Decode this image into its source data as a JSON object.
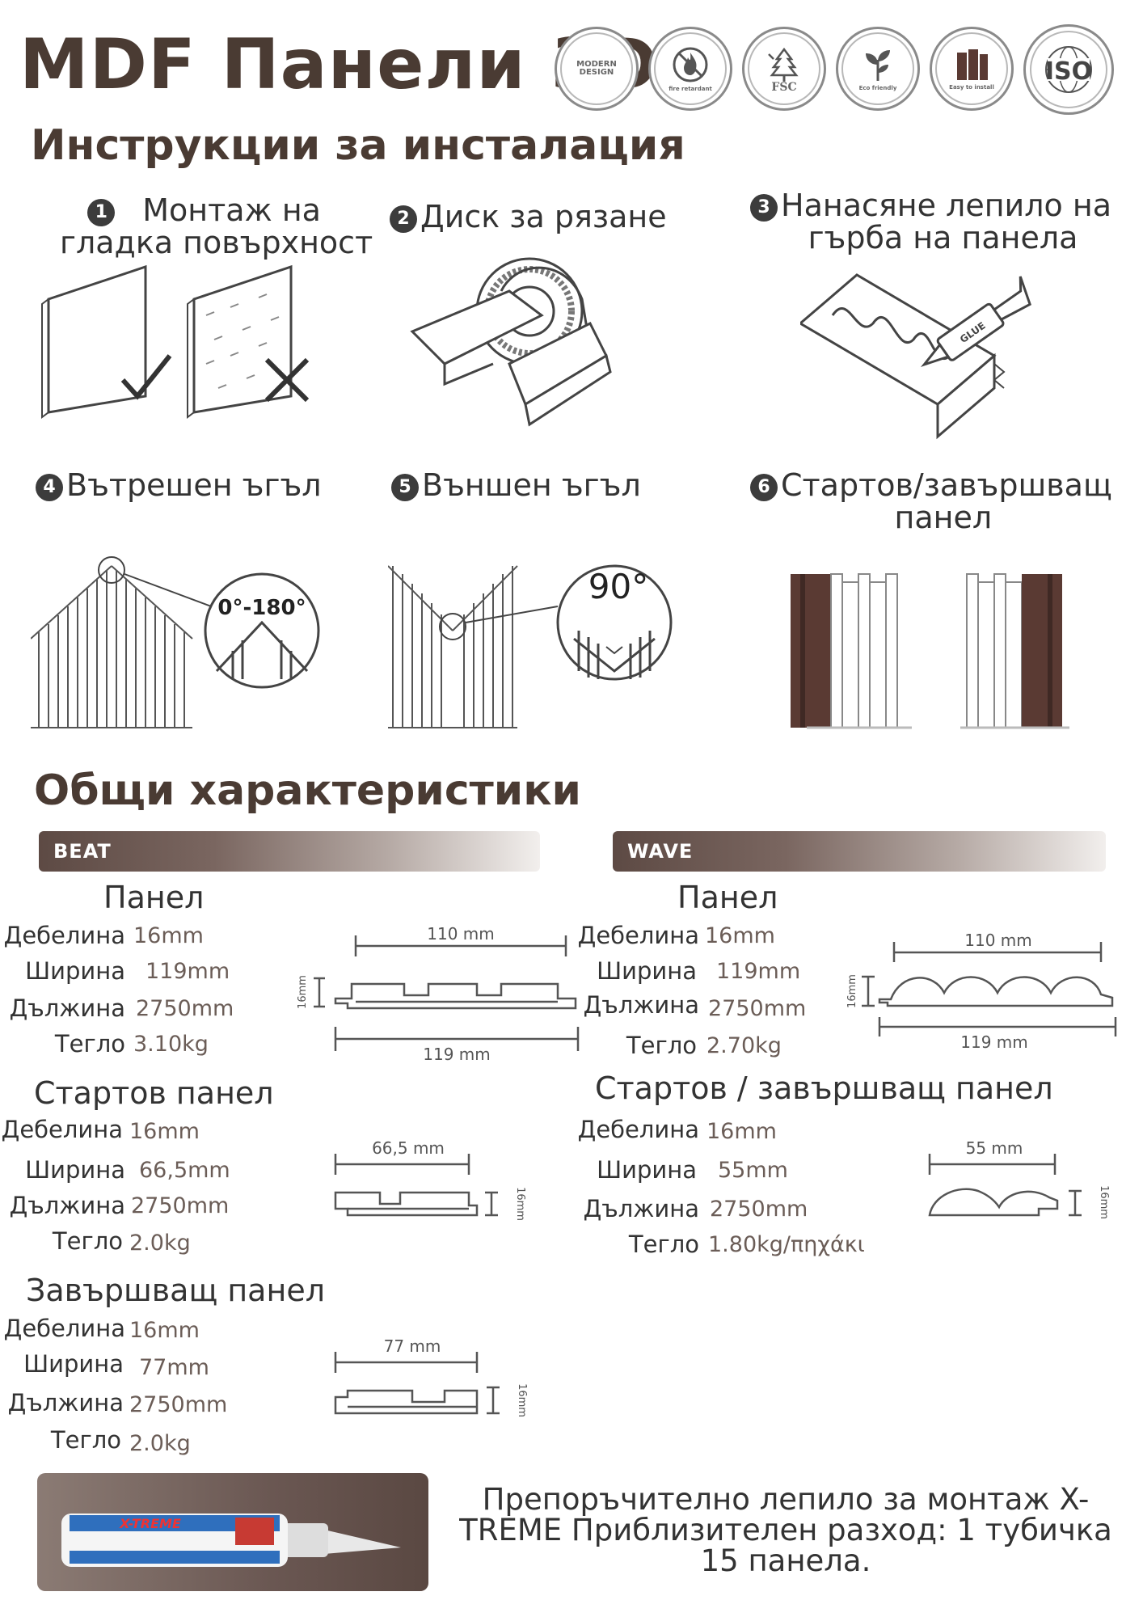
{
  "title": "MDF Панели 3D",
  "badges": [
    {
      "icon": "modern-design-icon",
      "text": "MODERN DESIGN"
    },
    {
      "icon": "fire-resistant-icon",
      "text": "fire retardant"
    },
    {
      "icon": "fsc-tree-icon",
      "text": "FSC"
    },
    {
      "icon": "eco-leaf-icon",
      "text": "Eco friendly"
    },
    {
      "icon": "panels-icon",
      "text": "Easy to install"
    },
    {
      "icon": "iso-globe-icon",
      "text": "ISO"
    }
  ],
  "install_heading": "Инструкции за инсталация",
  "steps": [
    {
      "num": "1",
      "text1": "Монтаж на",
      "text2": "гладка повърхност"
    },
    {
      "num": "2",
      "text1": "Диск за рязане",
      "text2": ""
    },
    {
      "num": "3",
      "text1": "Нанасяне лепило на",
      "text2": "гърба на панела"
    },
    {
      "num": "4",
      "text1": "Вътрешен ъгъл",
      "text2": ""
    },
    {
      "num": "5",
      "text1": "Външен ъгъл",
      "text2": ""
    },
    {
      "num": "6",
      "text1": "Стартов/завършващ",
      "text2": "панел"
    }
  ],
  "glue_label": "GLUE",
  "angle_inner": "0°-180°",
  "angle_outer": "90°",
  "specs_heading": "Общи характеристики",
  "labels": {
    "thickness": "Дебелина",
    "width": "Ширина",
    "length": "Дължина",
    "weight": "Тегло"
  },
  "beat": {
    "bar": "BEAT",
    "panel": {
      "title": "Панел",
      "thickness": "16mm",
      "width": "119mm",
      "length": "2750mm",
      "weight": "3.10kg",
      "dim_top": "110 mm",
      "dim_bottom": "119 mm",
      "dim_side": "16mm"
    },
    "starter": {
      "title": "Стартов панел",
      "thickness": "16mm",
      "width": "66,5mm",
      "length": "2750mm",
      "weight": "2.0kg",
      "dim_top": "66,5 mm",
      "dim_side": "16mm"
    },
    "finish": {
      "title": "Завършващ панел",
      "thickness": "16mm",
      "width": "77mm",
      "length": "2750mm",
      "weight": "2.0kg",
      "dim_top": "77 mm",
      "dim_side": "16mm"
    }
  },
  "wave": {
    "bar": "WAVE",
    "panel": {
      "title": "Панел",
      "thickness": "16mm",
      "width": "119mm",
      "length": "2750mm",
      "weight": "2.70kg",
      "dim_top": "110 mm",
      "dim_bottom": "119 mm",
      "dim_side": "16mm"
    },
    "starter": {
      "title": "Стартов / завършващ панел",
      "thickness": "16mm",
      "width": "55mm",
      "length": "2750mm",
      "weight": "1.80kg/πηχάκι",
      "dim_top": "55 mm",
      "dim_side": "16mm"
    }
  },
  "footer": {
    "tube_brand": "X-TREME",
    "text": "Препоръчително лепило за монтаж X-TREME Приблизителен разход: 1 тубичка 15 панела."
  },
  "colors": {
    "brown": "#4a3b33",
    "dark_panel": "#5a3a33",
    "accent_val": "#6b5d57"
  }
}
